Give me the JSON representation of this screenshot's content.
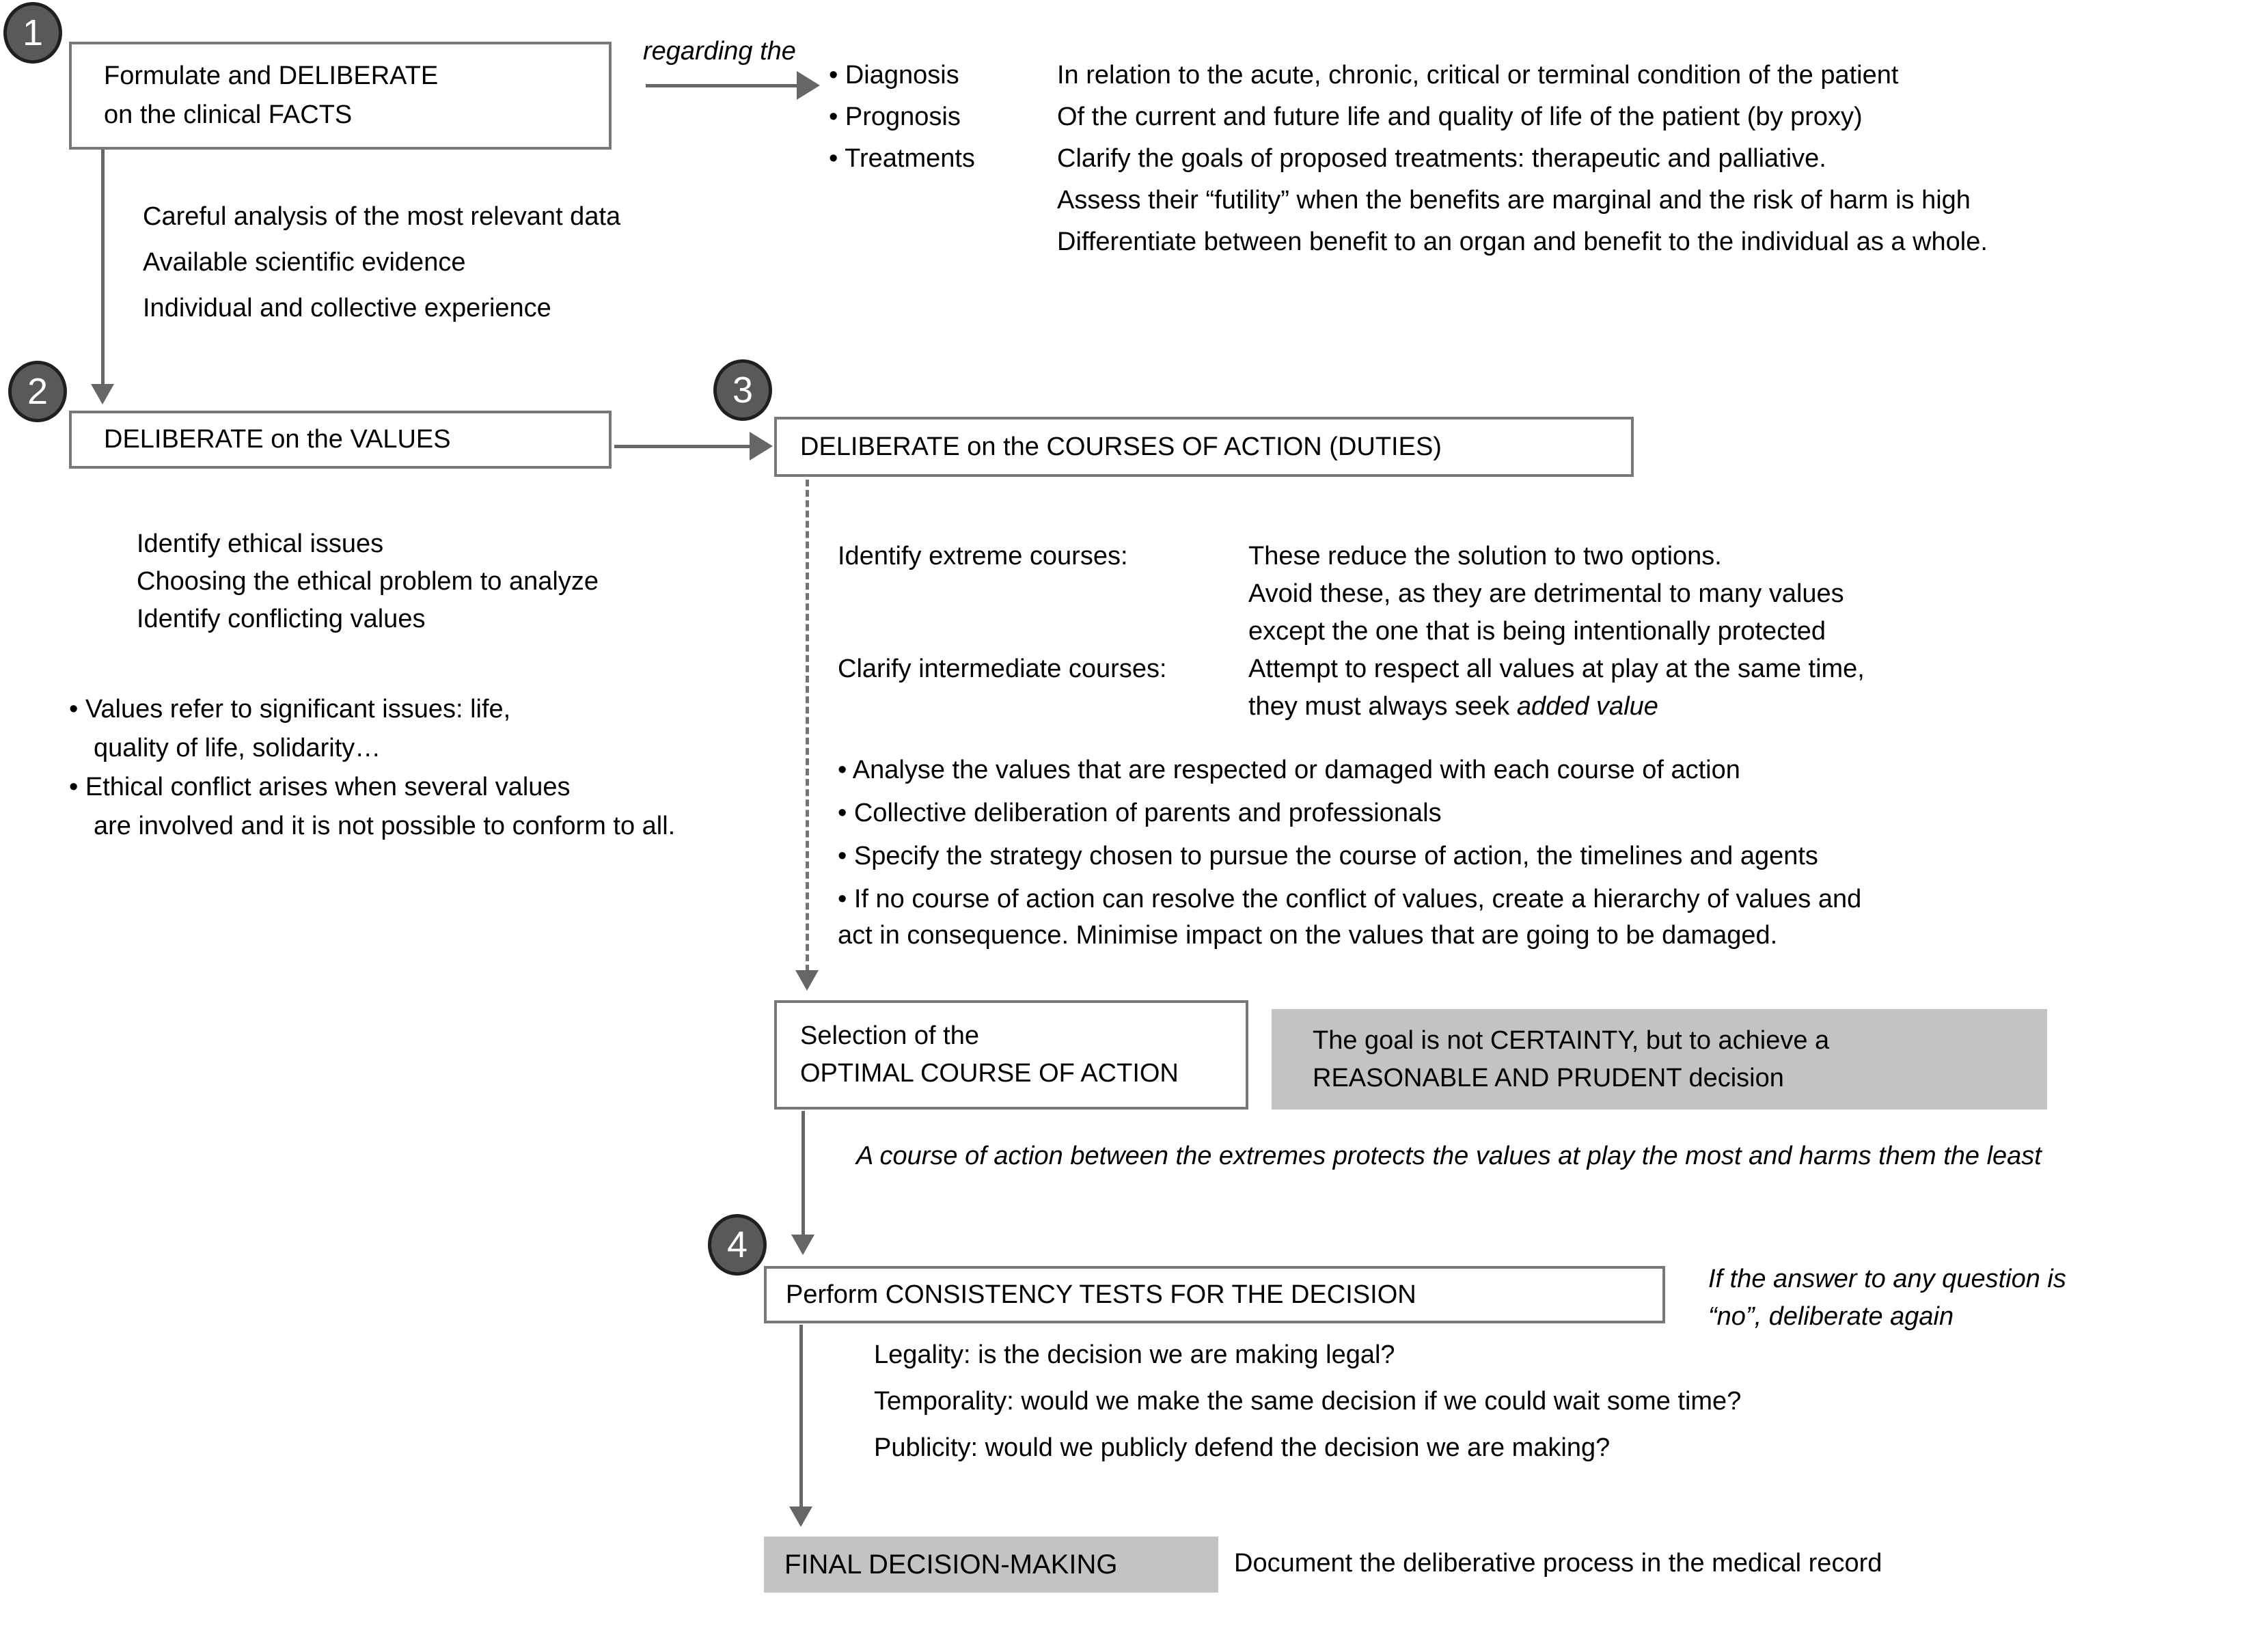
{
  "colors": {
    "badge_fill": "#595959",
    "badge_text": "#ffffff",
    "box_border": "#787878",
    "gray_box_fill": "#c3c3c3",
    "arrow": "#666666",
    "text": "#000000"
  },
  "step1": {
    "badge": "1",
    "box_line1": "Formulate and DELIBERATE",
    "box_line2": "on the clinical FACTS",
    "notes": [
      "Careful analysis of the most relevant data",
      "Available scientific evidence",
      "Individual and collective experience"
    ],
    "arrow_label": "regarding the",
    "terms": [
      "• Diagnosis",
      "• Prognosis",
      "• Treatments"
    ],
    "details": [
      "In relation to the acute, chronic, critical or terminal condition of the patient",
      "Of the current and future life and quality of life of the patient (by proxy)",
      "Clarify the goals of proposed treatments: therapeutic and palliative.",
      "Assess their “futility” when the benefits are marginal and the risk of harm is high",
      "Differentiate between benefit to an organ and benefit to the individual as a whole."
    ]
  },
  "step2": {
    "badge": "2",
    "box": "DELIBERATE on the VALUES",
    "notes": [
      "Identify ethical issues",
      "Choosing the ethical problem to analyze",
      "Identify conflicting values"
    ],
    "value_points": [
      "• Values refer to significant issues: life,",
      "quality of life, solidarity…",
      "• Ethical conflict arises when several values",
      "are involved and it is not possible to conform to all."
    ]
  },
  "step3": {
    "badge": "3",
    "box": "DELIBERATE on the COURSES OF ACTION (DUTIES)",
    "extreme_label": "Identify extreme courses:",
    "extreme_lines": [
      "These reduce the solution to two options.",
      "Avoid these, as they are detrimental to many values",
      "except the one that is being intentionally protected"
    ],
    "intermediate_label": "Clarify intermediate courses:",
    "intermediate_line1": "Attempt to respect all values at play at the same time,",
    "intermediate_line2_prefix": "they must always seek ",
    "intermediate_line2_italic": "added value",
    "duty_points": [
      "• Analyse the values that are respected or damaged with each course of action",
      "• Collective deliberation of parents and professionals",
      "• Specify the strategy chosen to pursue the course of action, the timelines and agents",
      "• If no course of action can resolve the conflict of values, create a hierarchy of values and",
      "act in consequence. Minimise impact on the values that are going to be damaged."
    ]
  },
  "selection": {
    "box_line1": "Selection of the",
    "box_line2": "OPTIMAL COURSE OF ACTION",
    "goal_line1": "The goal is not CERTAINTY, but to achieve a",
    "goal_line2": "REASONABLE AND PRUDENT decision",
    "principle": "A course of action between the extremes protects the values at play the most and harms them the least"
  },
  "step4": {
    "badge": "4",
    "box": "Perform CONSISTENCY TESTS FOR THE DECISION",
    "note_line1": "If the answer to any question is",
    "note_line2": "“no”, deliberate again",
    "questions": [
      "Legality: is the decision we are making legal?",
      "Temporality: would we make the same decision if we could wait some time?",
      "Publicity: would we publicly defend the decision we are making?"
    ]
  },
  "final": {
    "box": "FINAL DECISION-MAKING",
    "note": "Document the deliberative process in the medical record"
  }
}
